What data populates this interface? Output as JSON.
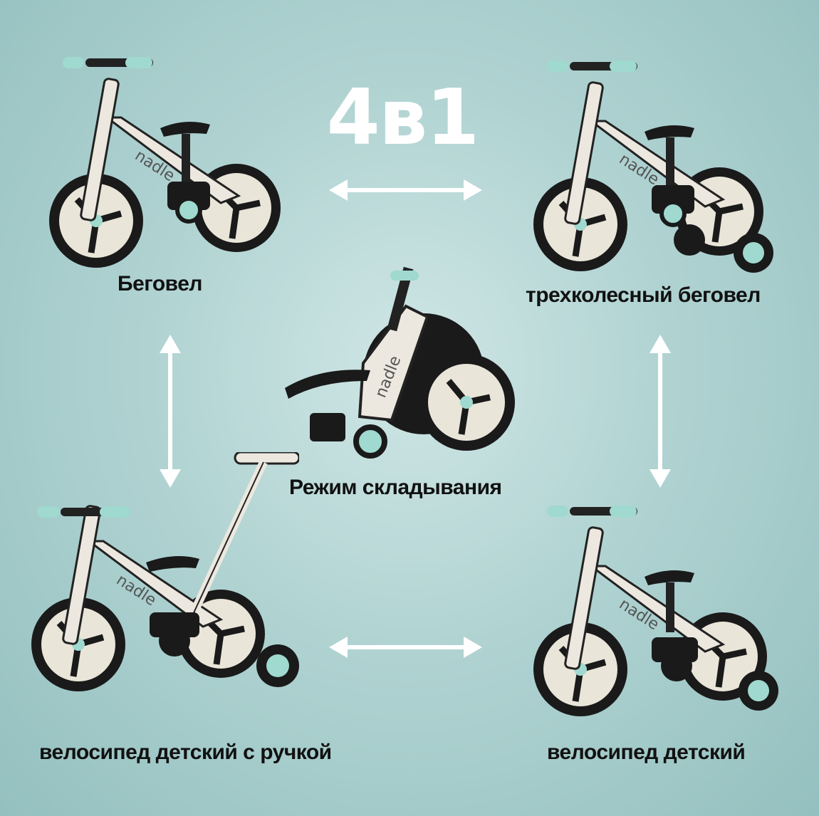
{
  "title": "4в1",
  "brand": "nadle",
  "modes": {
    "balance_bike": "Беговел",
    "three_wheel_balance_bike": "трехколесный беговел",
    "folding_mode": "Режим складывания",
    "kids_bike_with_handle": "велосипед детский с ручкой",
    "kids_bike": "велосипед детский"
  },
  "colors": {
    "background": "#b0d3d2",
    "accent_mint": "#9fd9cf",
    "frame_cream": "#ece8df",
    "tire_black": "#1a1a1a",
    "arrow": "#ffffff"
  }
}
